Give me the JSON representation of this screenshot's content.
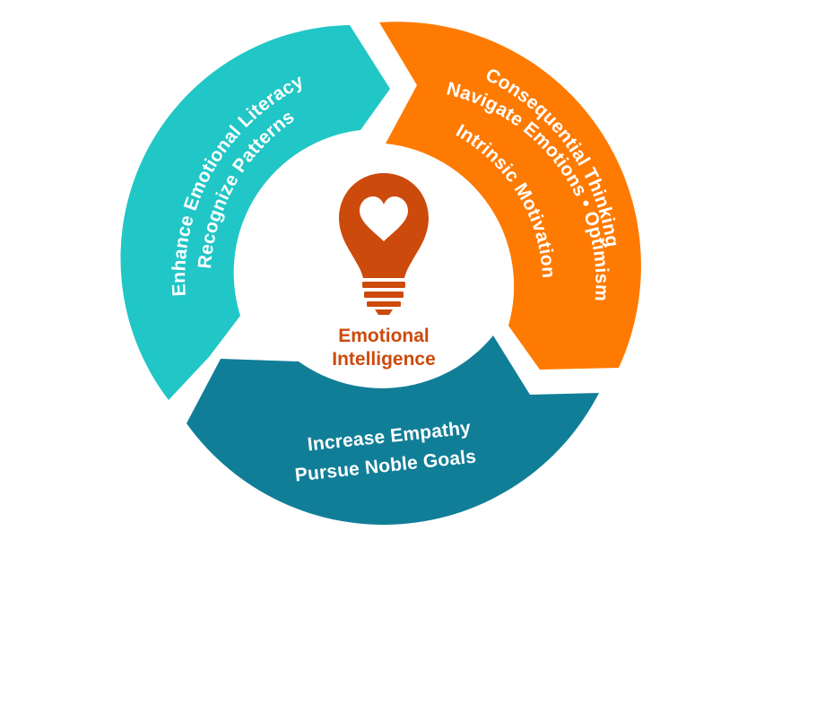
{
  "diagram": {
    "center": {
      "line1": "Emotional",
      "line2": "Intelligence",
      "icon": "lightbulb-heart-icon"
    },
    "segments": {
      "know": {
        "line1": "Enhance Emotional Literacy",
        "line2": "Recognize Patterns"
      },
      "choose": {
        "line1": "Consequential Thinking",
        "line2": "Navigate Emotions • Optimism",
        "line3": "Intrinsic Motivation"
      },
      "give": {
        "line1": "Increase Empathy",
        "line2": "Pursue Noble Goals"
      }
    }
  },
  "colors": {
    "teal": "#21c6c6",
    "orange": "#ff7a00",
    "dark_teal": "#117e98",
    "center_text": "#cc4a0c",
    "icon": "#cc4a0c",
    "segment_text": "#ffffff"
  }
}
